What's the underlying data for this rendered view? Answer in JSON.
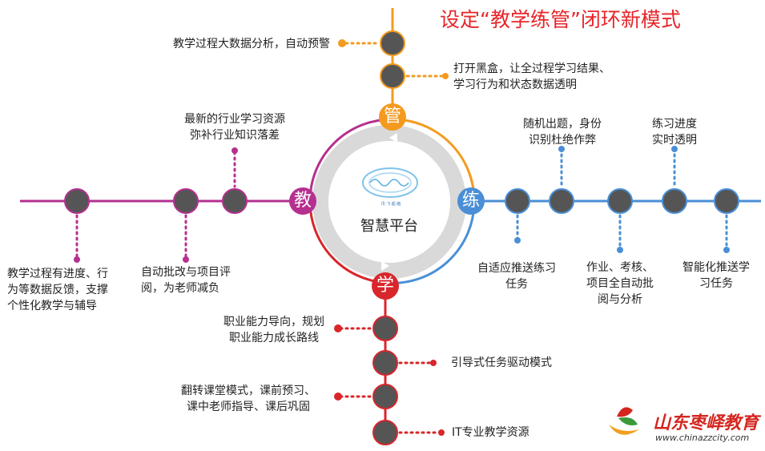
{
  "title": "设定“教学练管”闭环新模式",
  "center": {
    "label": "智慧平台",
    "logo_caption": "讯·飞·超·脑"
  },
  "hubs": {
    "guan": "管",
    "jiao": "教",
    "lian": "练",
    "xue": "学"
  },
  "colors": {
    "guan": "#f39a1f",
    "jiao": "#b5308f",
    "lian": "#4a8fd6",
    "xue": "#d8262b",
    "node": "#555555",
    "ring": "#d9d9d9"
  },
  "labels": {
    "guan_1": "教学过程大数据分析，自动预警",
    "guan_2": [
      "打开黑盒，让全过程学习结果、",
      "学习行为和状态数据透明"
    ],
    "jiao_top": [
      "最新的行业学习资源",
      "弥补行业知识落差"
    ],
    "jiao_b1": [
      "教学过程有进度、行",
      "为等数据反馈，支撑",
      "个性化教学与辅导"
    ],
    "jiao_b2": [
      "自动批改与项目评",
      "阅，为老师减负"
    ],
    "lian_t1": [
      "随机出题，身份",
      "识别杜绝作弊"
    ],
    "lian_t2": [
      "练习进度",
      "实时透明"
    ],
    "lian_b1": [
      "自适应推送练习",
      "任务"
    ],
    "lian_b2": [
      "作业、考核、",
      "项目全自动批",
      "阅与分析"
    ],
    "lian_b3": [
      "智能化推送学",
      "习任务"
    ],
    "xue_1": [
      "职业能力导向，规划",
      "职业能力成长路线"
    ],
    "xue_2": "引导式任务驱动模式",
    "xue_3": [
      "翻转课堂模式，课前预习、",
      "课中老师指导、课后巩固"
    ],
    "xue_4": "IT专业教学资源"
  },
  "logo": {
    "name": "山东枣峄教育",
    "url": "www.chinazzcity.com"
  }
}
